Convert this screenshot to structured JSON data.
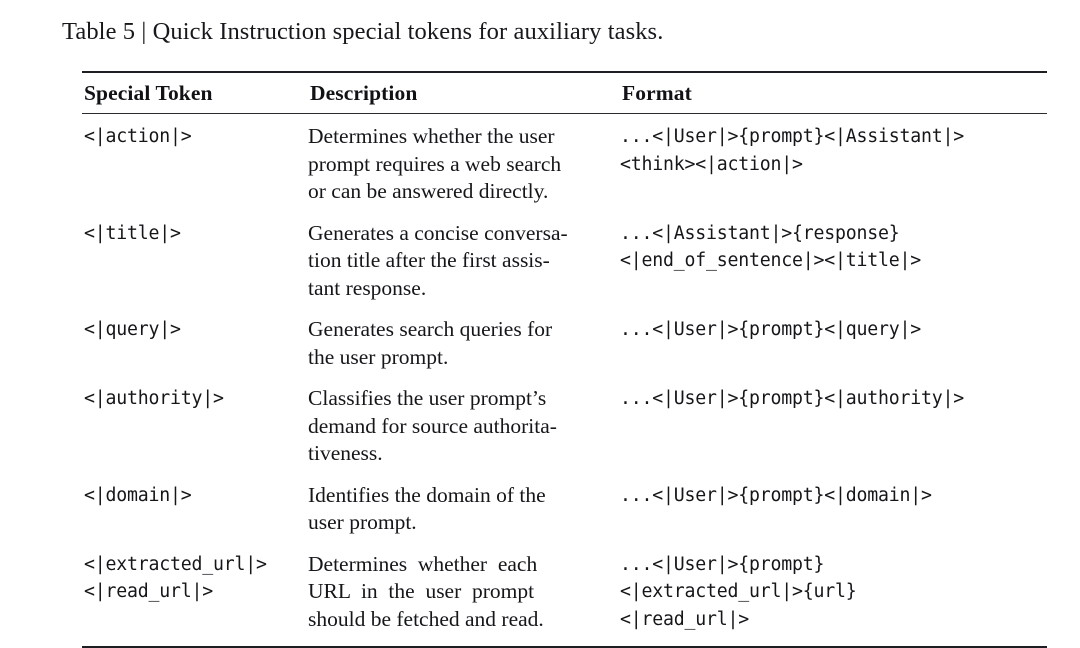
{
  "caption": "Table 5 | Quick Instruction special tokens for auxiliary tasks.",
  "table": {
    "columns": [
      "Special Token",
      "Description",
      "Format"
    ],
    "rows": [
      {
        "token_lines": [
          "<|action|>"
        ],
        "description": "Determines whether the user prompt requires a web search or can be answered directly.",
        "description_lines": [
          "Determines whether the user",
          "prompt requires a web search",
          "or can be answered directly."
        ],
        "justified": false,
        "format_lines": [
          "...<|User|>{prompt}<|Assistant|>",
          "<think><|action|>"
        ]
      },
      {
        "token_lines": [
          "<|title|>"
        ],
        "description": "Generates a concise conversation title after the first assistant response.",
        "description_lines": [
          "Generates a concise conversa-",
          "tion title after the first assis-",
          "tant response."
        ],
        "justified": false,
        "format_lines": [
          "...<|Assistant|>{response}",
          "<|end_of_sentence|><|title|>"
        ]
      },
      {
        "token_lines": [
          "<|query|>"
        ],
        "description": "Generates search queries for the user prompt.",
        "description_lines": [
          "Generates search queries for",
          "the user prompt."
        ],
        "justified": false,
        "format_lines": [
          "...<|User|>{prompt}<|query|>"
        ]
      },
      {
        "token_lines": [
          "<|authority|>"
        ],
        "description": "Classifies the user prompt's demand for source authoritativeness.",
        "description_lines": [
          "Classifies the user prompt’s",
          "demand for source authorita-",
          "tiveness."
        ],
        "justified": true,
        "format_lines": [
          "...<|User|>{prompt}<|authority|>"
        ]
      },
      {
        "token_lines": [
          "<|domain|>"
        ],
        "description": "Identifies the domain of the user prompt.",
        "description_lines": [
          "Identifies the domain of the",
          "user prompt."
        ],
        "justified": false,
        "format_lines": [
          "...<|User|>{prompt}<|domain|>"
        ]
      },
      {
        "token_lines": [
          "<|extracted_url|>",
          "<|read_url|>"
        ],
        "description": "Determines whether each URL in the user prompt should be fetched and read.",
        "description_lines": [
          "Determines  whether  each",
          "URL  in  the  user  prompt",
          "should be fetched and read."
        ],
        "justified": true,
        "format_lines": [
          "...<|User|>{prompt}",
          "<|extracted_url|>{url}",
          "<|read_url|>"
        ]
      }
    ]
  }
}
